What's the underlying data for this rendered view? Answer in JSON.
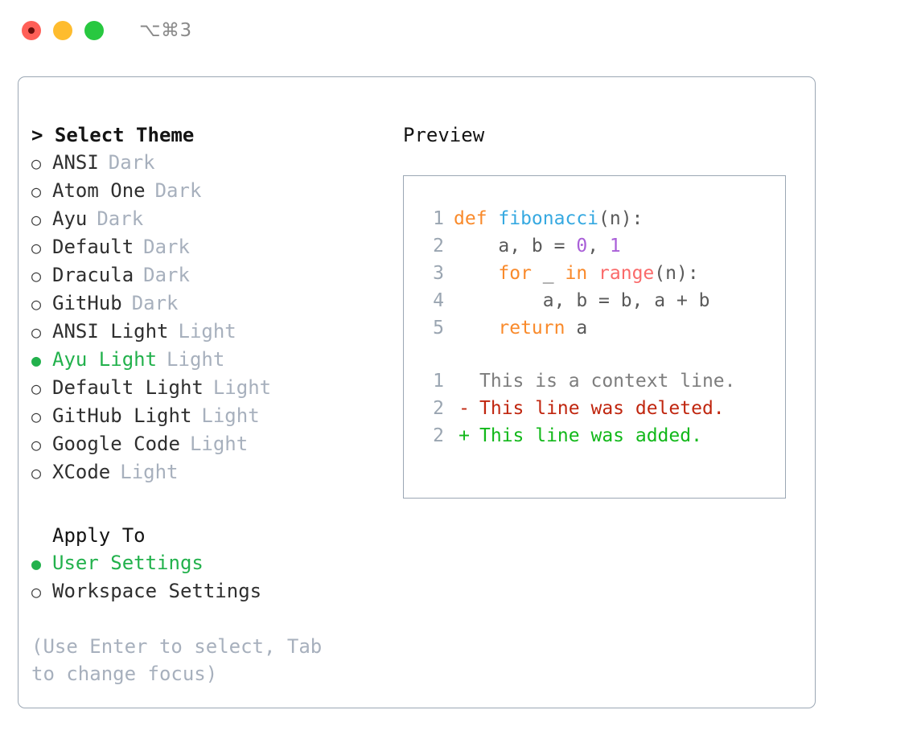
{
  "titlebar": {
    "shortcut": "⌥⌘3",
    "buttons": [
      {
        "name": "close",
        "color": "#FF5F57"
      },
      {
        "name": "minimize",
        "color": "#FEBC2E"
      },
      {
        "name": "maximize",
        "color": "#28C840"
      }
    ]
  },
  "theme_picker": {
    "heading": "> Select Theme",
    "selected_bullet": "●",
    "unselected_bullet": "○",
    "items": [
      {
        "label": "ANSI",
        "tag": "Dark",
        "selected": false
      },
      {
        "label": "Atom One",
        "tag": "Dark",
        "selected": false
      },
      {
        "label": "Ayu",
        "tag": "Dark",
        "selected": false
      },
      {
        "label": "Default",
        "tag": "Dark",
        "selected": false
      },
      {
        "label": "Dracula",
        "tag": "Dark",
        "selected": false
      },
      {
        "label": "GitHub",
        "tag": "Dark",
        "selected": false
      },
      {
        "label": "ANSI Light",
        "tag": "Light",
        "selected": false
      },
      {
        "label": "Ayu Light",
        "tag": "Light",
        "selected": true
      },
      {
        "label": "Default Light",
        "tag": "Light",
        "selected": false
      },
      {
        "label": "GitHub Light",
        "tag": "Light",
        "selected": false
      },
      {
        "label": "Google Code",
        "tag": "Light",
        "selected": false
      },
      {
        "label": "XCode",
        "tag": "Light",
        "selected": false
      }
    ]
  },
  "apply_to": {
    "heading": "Apply To",
    "items": [
      {
        "label": "User Settings",
        "selected": true
      },
      {
        "label": "Workspace Settings",
        "selected": false
      }
    ]
  },
  "hint": "(Use Enter to select, Tab to change focus)",
  "preview": {
    "title": "Preview",
    "code_lines": [
      {
        "no": "1",
        "tokens": [
          {
            "t": "def ",
            "c": "kw"
          },
          {
            "t": "fibonacci",
            "c": "fn"
          },
          {
            "t": "(n):",
            "c": "plain"
          }
        ]
      },
      {
        "no": "2",
        "tokens": [
          {
            "t": "    a, b = ",
            "c": "plain"
          },
          {
            "t": "0",
            "c": "num"
          },
          {
            "t": ", ",
            "c": "plain"
          },
          {
            "t": "1",
            "c": "num"
          }
        ]
      },
      {
        "no": "3",
        "tokens": [
          {
            "t": "    ",
            "c": "plain"
          },
          {
            "t": "for",
            "c": "kw"
          },
          {
            "t": " _ ",
            "c": "plain"
          },
          {
            "t": "in",
            "c": "kw"
          },
          {
            "t": " ",
            "c": "plain"
          },
          {
            "t": "range",
            "c": "builtin"
          },
          {
            "t": "(n):",
            "c": "plain"
          }
        ]
      },
      {
        "no": "4",
        "tokens": [
          {
            "t": "        a, b = b, a + b",
            "c": "plain"
          }
        ]
      },
      {
        "no": "5",
        "tokens": [
          {
            "t": "    ",
            "c": "plain"
          },
          {
            "t": "return",
            "c": "kw"
          },
          {
            "t": " a",
            "c": "plain"
          }
        ]
      }
    ],
    "diff_lines": [
      {
        "no": "1",
        "marker": " ",
        "text": "This is a context line.",
        "kind": "context"
      },
      {
        "no": "2",
        "marker": "-",
        "text": "This line was deleted.",
        "kind": "del"
      },
      {
        "no": "2",
        "marker": "+",
        "text": "This line was added.",
        "kind": "add"
      }
    ]
  },
  "colors": {
    "accent_green": "#22b14c",
    "muted": "#a7b0bd",
    "border": "#9ba7b4",
    "keyword": "#f98a2b",
    "function": "#36a9e1",
    "number": "#a95fd8",
    "builtin": "#fa6a6a",
    "diff_add": "#12b81a",
    "diff_del": "#c0260f"
  }
}
